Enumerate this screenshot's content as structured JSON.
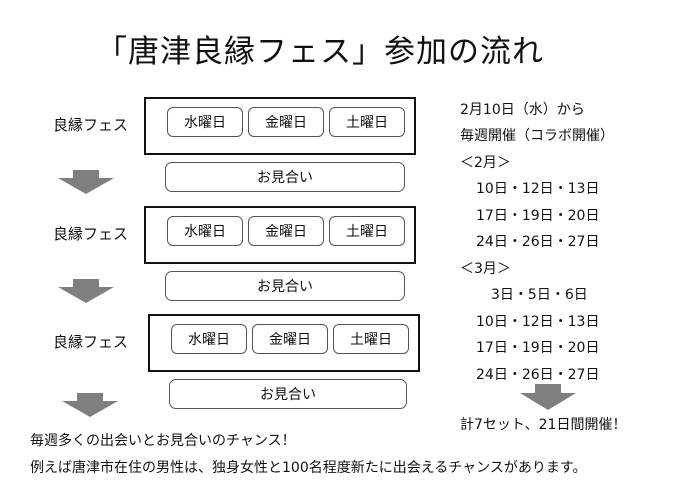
{
  "title": "「唐津良縁フェス」参加の流れ",
  "flow": {
    "fes_label": "良縁フェス",
    "days": [
      "水曜日",
      "金曜日",
      "土曜日"
    ],
    "omiai_label": "お見合い"
  },
  "schedule": {
    "lines": [
      "2月10日（水）から",
      "毎週開催（コラボ開催）",
      "＜2月＞",
      "10日・12日・13日",
      "17日・19日・20日",
      "24日・26日・27日",
      "＜3月＞",
      "3日・5日・6日",
      "10日・12日・13日",
      "17日・19日・20日",
      "24日・26日・27日"
    ],
    "summary": "計7セット、21日間開催！"
  },
  "footer": {
    "line1": "毎週多くの出会いとお見合いのチャンス！",
    "line2": "例えば唐津市在住の男性は、独身女性と100名程度新たに出会えるチャンスがあります。"
  },
  "colors": {
    "arrow": "#7f7f7f",
    "border": "#111111"
  }
}
